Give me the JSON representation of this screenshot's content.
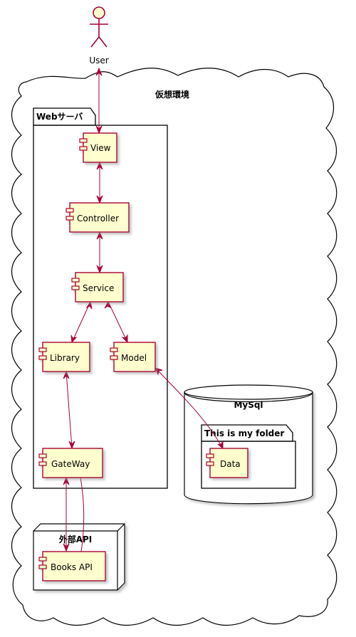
{
  "actor": {
    "label": "User"
  },
  "cloud": {
    "label": "仮想環境"
  },
  "webserver": {
    "label": "Webサーバ"
  },
  "components": {
    "view": "View",
    "controller": "Controller",
    "service": "Service",
    "library": "Library",
    "model": "Model",
    "gateway": "GateWay",
    "data": "Data",
    "books_api": "Books API"
  },
  "database": {
    "label": "MySql"
  },
  "folder": {
    "label": "This is my folder"
  },
  "node": {
    "label": "外部API"
  },
  "colors": {
    "component_fill": "#FEFECE",
    "component_stroke": "#A80036",
    "arrow": "#A80036",
    "container_stroke": "#000000",
    "shadow": "#C8C8C8"
  }
}
